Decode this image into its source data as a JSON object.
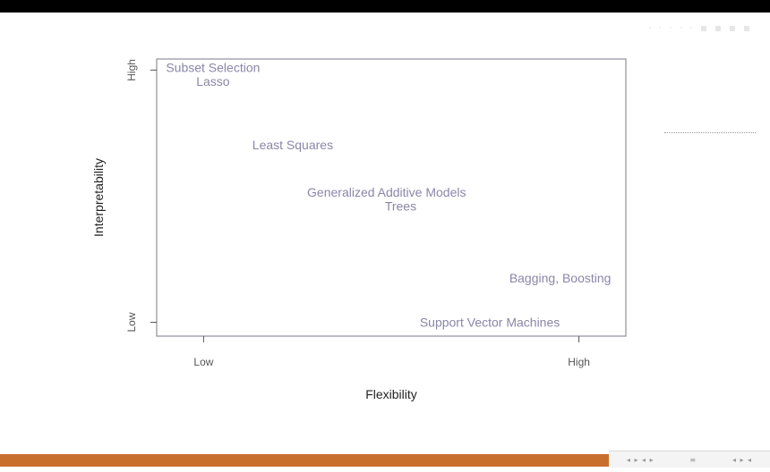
{
  "page": {
    "header_mark": "· · · · ·  ▪ ▪ ▪ ▪",
    "nav": {
      "controls": [
        "◂ ▸ ◂ ▸",
        "≡",
        "◂ ▸ ◂"
      ]
    }
  },
  "colors": {
    "top_bar": "#000000",
    "bottom_bar": "#c96f2d",
    "plot_frame": "#8f8f9f",
    "point_label": "#8a86a8",
    "tick": "#555555"
  },
  "chart_data": {
    "type": "scatter",
    "title": "",
    "xlabel": "Flexibility",
    "ylabel": "Interpretability",
    "xlim": [
      0,
      1
    ],
    "ylim": [
      0,
      1
    ],
    "grid": false,
    "x_ticks": [
      {
        "value": 0.1,
        "label": "Low"
      },
      {
        "value": 0.9,
        "label": "High"
      }
    ],
    "y_ticks": [
      {
        "value": 0.05,
        "label": "Low"
      },
      {
        "value": 0.96,
        "label": "High"
      }
    ],
    "points": [
      {
        "label": "Subset Selection",
        "x": 0.12,
        "y": 0.97
      },
      {
        "label": "Lasso",
        "x": 0.12,
        "y": 0.92
      },
      {
        "label": "Least Squares",
        "x": 0.29,
        "y": 0.69
      },
      {
        "label": "Generalized Additive Models",
        "x": 0.49,
        "y": 0.52
      },
      {
        "label": "Trees",
        "x": 0.52,
        "y": 0.47
      },
      {
        "label": "Bagging, Boosting",
        "x": 0.86,
        "y": 0.21
      },
      {
        "label": "Support Vector Machines",
        "x": 0.71,
        "y": 0.05
      }
    ]
  }
}
